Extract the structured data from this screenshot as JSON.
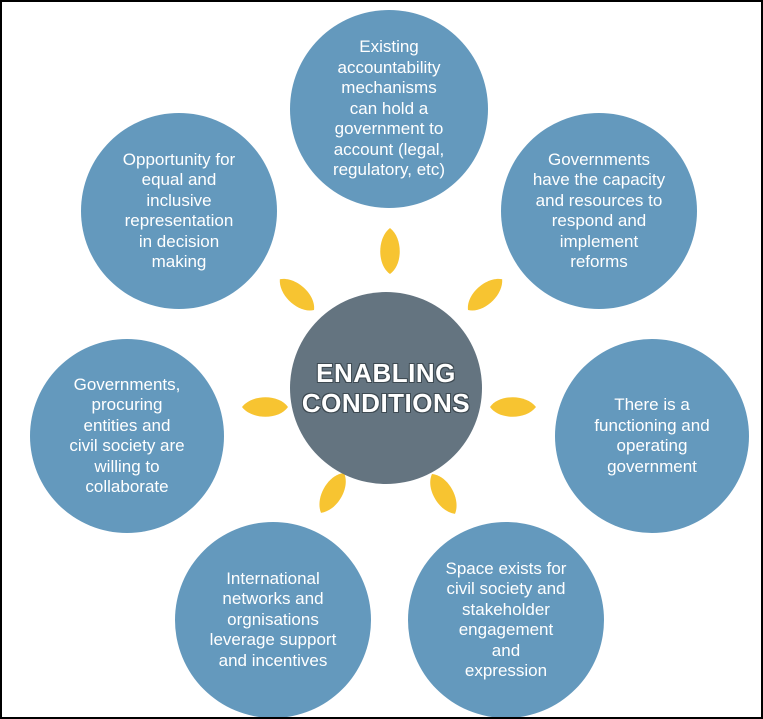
{
  "diagram": {
    "center_label": "ENABLING\nCONDITIONS",
    "conditions": [
      "Existing\naccountability\nmechanisms\ncan hold a\ngovernment to\naccount (legal,\nregulatory, etc)",
      "Governments\nhave the capacity\nand resources to\nrespond and\nimplement\nreforms",
      "There is a\nfunctioning and\noperating\ngovernment",
      "Space exists for\ncivil society and\nstakeholder\nengagement\nand\nexpression",
      "International\nnetworks and\norgnisations\nleverage support\nand incentives",
      "Governments,\nprocuring\nentities and\ncivil society are\nwilling to\ncollaborate",
      "Opportunity for\nequal and\ninclusive\nrepresentation\nin decision\nmaking"
    ]
  },
  "colors": {
    "outer_circle": "#6499bd",
    "center_circle": "#647480",
    "petal": "#f7c431",
    "frame_border": "#000000"
  }
}
